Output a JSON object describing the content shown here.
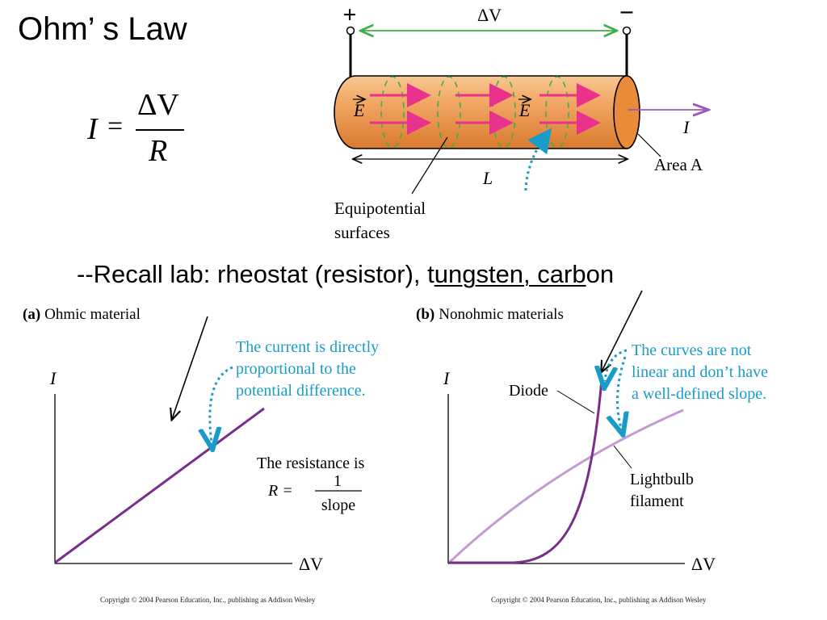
{
  "slide": {
    "title": "Ohm’ s Law",
    "recall_prefix": "--Recall lab: rheostat (resistor),   t",
    "recall_underlined": "ungsten, carb",
    "recall_suffix": "on"
  },
  "formula": {
    "lhs": "I",
    "equals": "=",
    "numerator": "ΔV",
    "denominator": "R"
  },
  "wire_diagram": {
    "plus": "+",
    "minus": "−",
    "delta_v": "ΔV",
    "field_1": "E",
    "field_2": "E",
    "current": "I",
    "area": "Area A",
    "length": "L",
    "equipotential_1": "Equipotential",
    "equipotential_2": "surfaces"
  },
  "panel_a": {
    "tag": "(a)",
    "heading": "Ohmic material",
    "y_axis": "I",
    "x_axis": "ΔV",
    "note_lines": [
      "The current is directly",
      "proportional to the",
      "potential difference."
    ],
    "resistance_label": "The resistance is",
    "r_prefix": "R =",
    "r_num": "1",
    "r_den": "slope"
  },
  "panel_b": {
    "tag": "(b)",
    "heading": "Nonohmic materials",
    "y_axis": "I",
    "x_axis": "ΔV",
    "note_lines": [
      "The curves are not",
      "linear and don’t have",
      "a well-defined slope."
    ],
    "diode": "Diode",
    "lightbulb_1": "Lightbulb",
    "lightbulb_2": "filament"
  },
  "copyright": "Copyright © 2004 Pearson Education, Inc., publishing as Addison Wesley",
  "colors": {
    "wire_body": "#f0a860",
    "wire_end": "#e88c3a",
    "field_arrow": "#e8328c",
    "equipotential": "#3fae49",
    "dotted_arrow": "#1a9cc8",
    "note_text": "#1a9cc8",
    "current_arrow": "#9b59b6",
    "ohmic_line": "#7b2d8e",
    "lightbulb_curve": "#c39bd3"
  }
}
